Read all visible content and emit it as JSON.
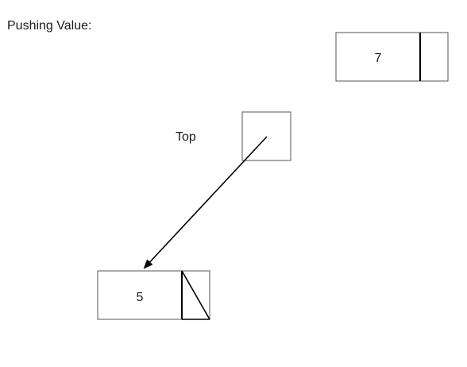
{
  "diagram": {
    "title": "Pushing Value:",
    "top_pointer_label": "Top",
    "new_node": {
      "value": "7",
      "next": "empty"
    },
    "existing_node": {
      "value": "5",
      "next": "null"
    },
    "stroke_color": "#000000",
    "box_border_color": "#555555"
  }
}
